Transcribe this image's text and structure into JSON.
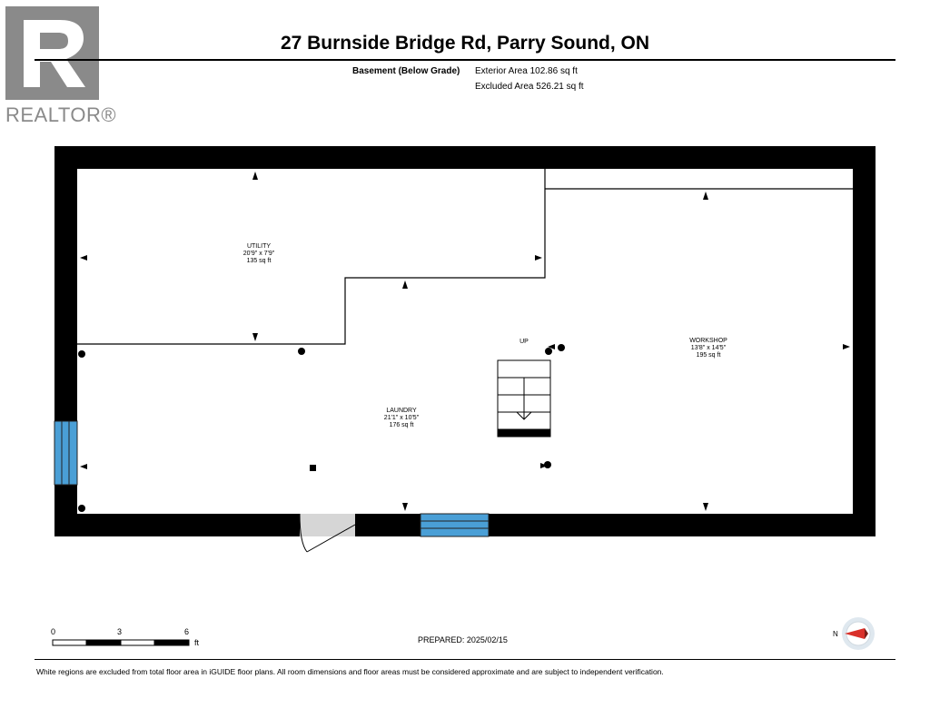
{
  "logo": {
    "icon": "realtor-r-logo",
    "text": "REALTOR®"
  },
  "header": {
    "title": "27 Burnside Bridge Rd, Parry Sound, ON",
    "level_name": "Basement (Below Grade)",
    "exterior_area": "Exterior Area 102.86 sq ft",
    "excluded_area": "Excluded Area 526.21 sq ft"
  },
  "rooms": {
    "utility": {
      "name": "UTILITY",
      "dims": "20'9\" x 7'9\"",
      "area": "135 sq ft"
    },
    "laundry": {
      "name": "LAUNDRY",
      "dims": "21'1\" x 10'5\"",
      "area": "176 sq ft"
    },
    "workshop": {
      "name": "WORKSHOP",
      "dims": "13'8\" x 14'5\"",
      "area": "195 sq ft"
    }
  },
  "stairs": {
    "label": "UP"
  },
  "scale": {
    "ticks": [
      "0",
      "3",
      "6"
    ],
    "unit": "ft"
  },
  "compass": {
    "label": "N",
    "icon": "north-arrow-icon"
  },
  "prepared": "PREPARED: 2025/02/15",
  "disclaimer": "White regions are excluded from total floor area in iGUIDE floor plans. All room dimensions and floor areas must be considered approximate and are subject to independent verification.",
  "colors": {
    "wall": "#000000",
    "window": "#4a9fd6",
    "logo": "#8a8a8a",
    "compass": "#d9302a"
  }
}
